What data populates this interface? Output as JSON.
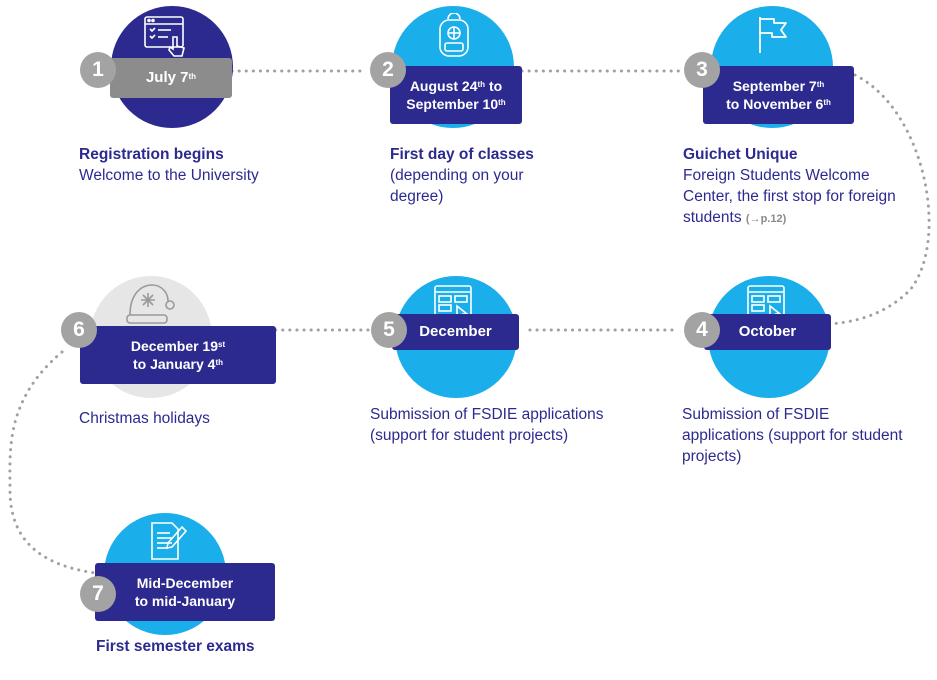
{
  "colors": {
    "cyan": "#1aaeea",
    "navy": "#2d2a8f",
    "grey_circle": "#e6e6e6",
    "grey_label": "#8c8c8c",
    "number": "#a3a3a3",
    "dots": "#a0a0a0"
  },
  "steps": [
    {
      "number": "1",
      "date_line1": "July 7",
      "date_sup1": "th",
      "date_line2": "",
      "date_sup2": "",
      "title": "Registration begins",
      "text": "Welcome to the University",
      "ref": "",
      "icon": "checklist-icon"
    },
    {
      "number": "2",
      "date_line1": "August 24",
      "date_sup1": "th",
      "date_tail1": " to",
      "date_line2": "September 10",
      "date_sup2": "th",
      "title": "First day of classes",
      "text": "(depending on your degree)",
      "ref": "",
      "icon": "backpack-icon"
    },
    {
      "number": "3",
      "date_line1": "September 7",
      "date_sup1": "th",
      "date_line2": "to November 6",
      "date_sup2": "th",
      "title": "Guichet Unique",
      "text": "Foreign Students Welcome Center, the first stop for foreign students ",
      "ref": "(→p.12)",
      "icon": "flag-icon"
    },
    {
      "number": "4",
      "date_line1": "October",
      "date_sup1": "",
      "date_line2": "",
      "date_sup2": "",
      "title": "",
      "text": "Submission of FSDIE applications (support for student projects)",
      "ref": "",
      "icon": "form-click-icon"
    },
    {
      "number": "5",
      "date_line1": "December",
      "date_sup1": "",
      "date_line2": "",
      "date_sup2": "",
      "title": "",
      "text": "Submission of FSDIE applications (support for student projects)",
      "ref": "",
      "icon": "form-click-icon"
    },
    {
      "number": "6",
      "date_line1": "December 19",
      "date_sup1": "st",
      "date_line2": "to January 4",
      "date_sup2": "th",
      "title": "",
      "text": "Christmas holidays",
      "ref": "",
      "icon": "santa-hat-icon"
    },
    {
      "number": "7",
      "date_line1": "Mid-December",
      "date_sup1": "",
      "date_line2": "to mid-January",
      "date_sup2": "",
      "title": "First semester exams",
      "text": "",
      "ref": "",
      "icon": "exam-paper-icon"
    }
  ]
}
